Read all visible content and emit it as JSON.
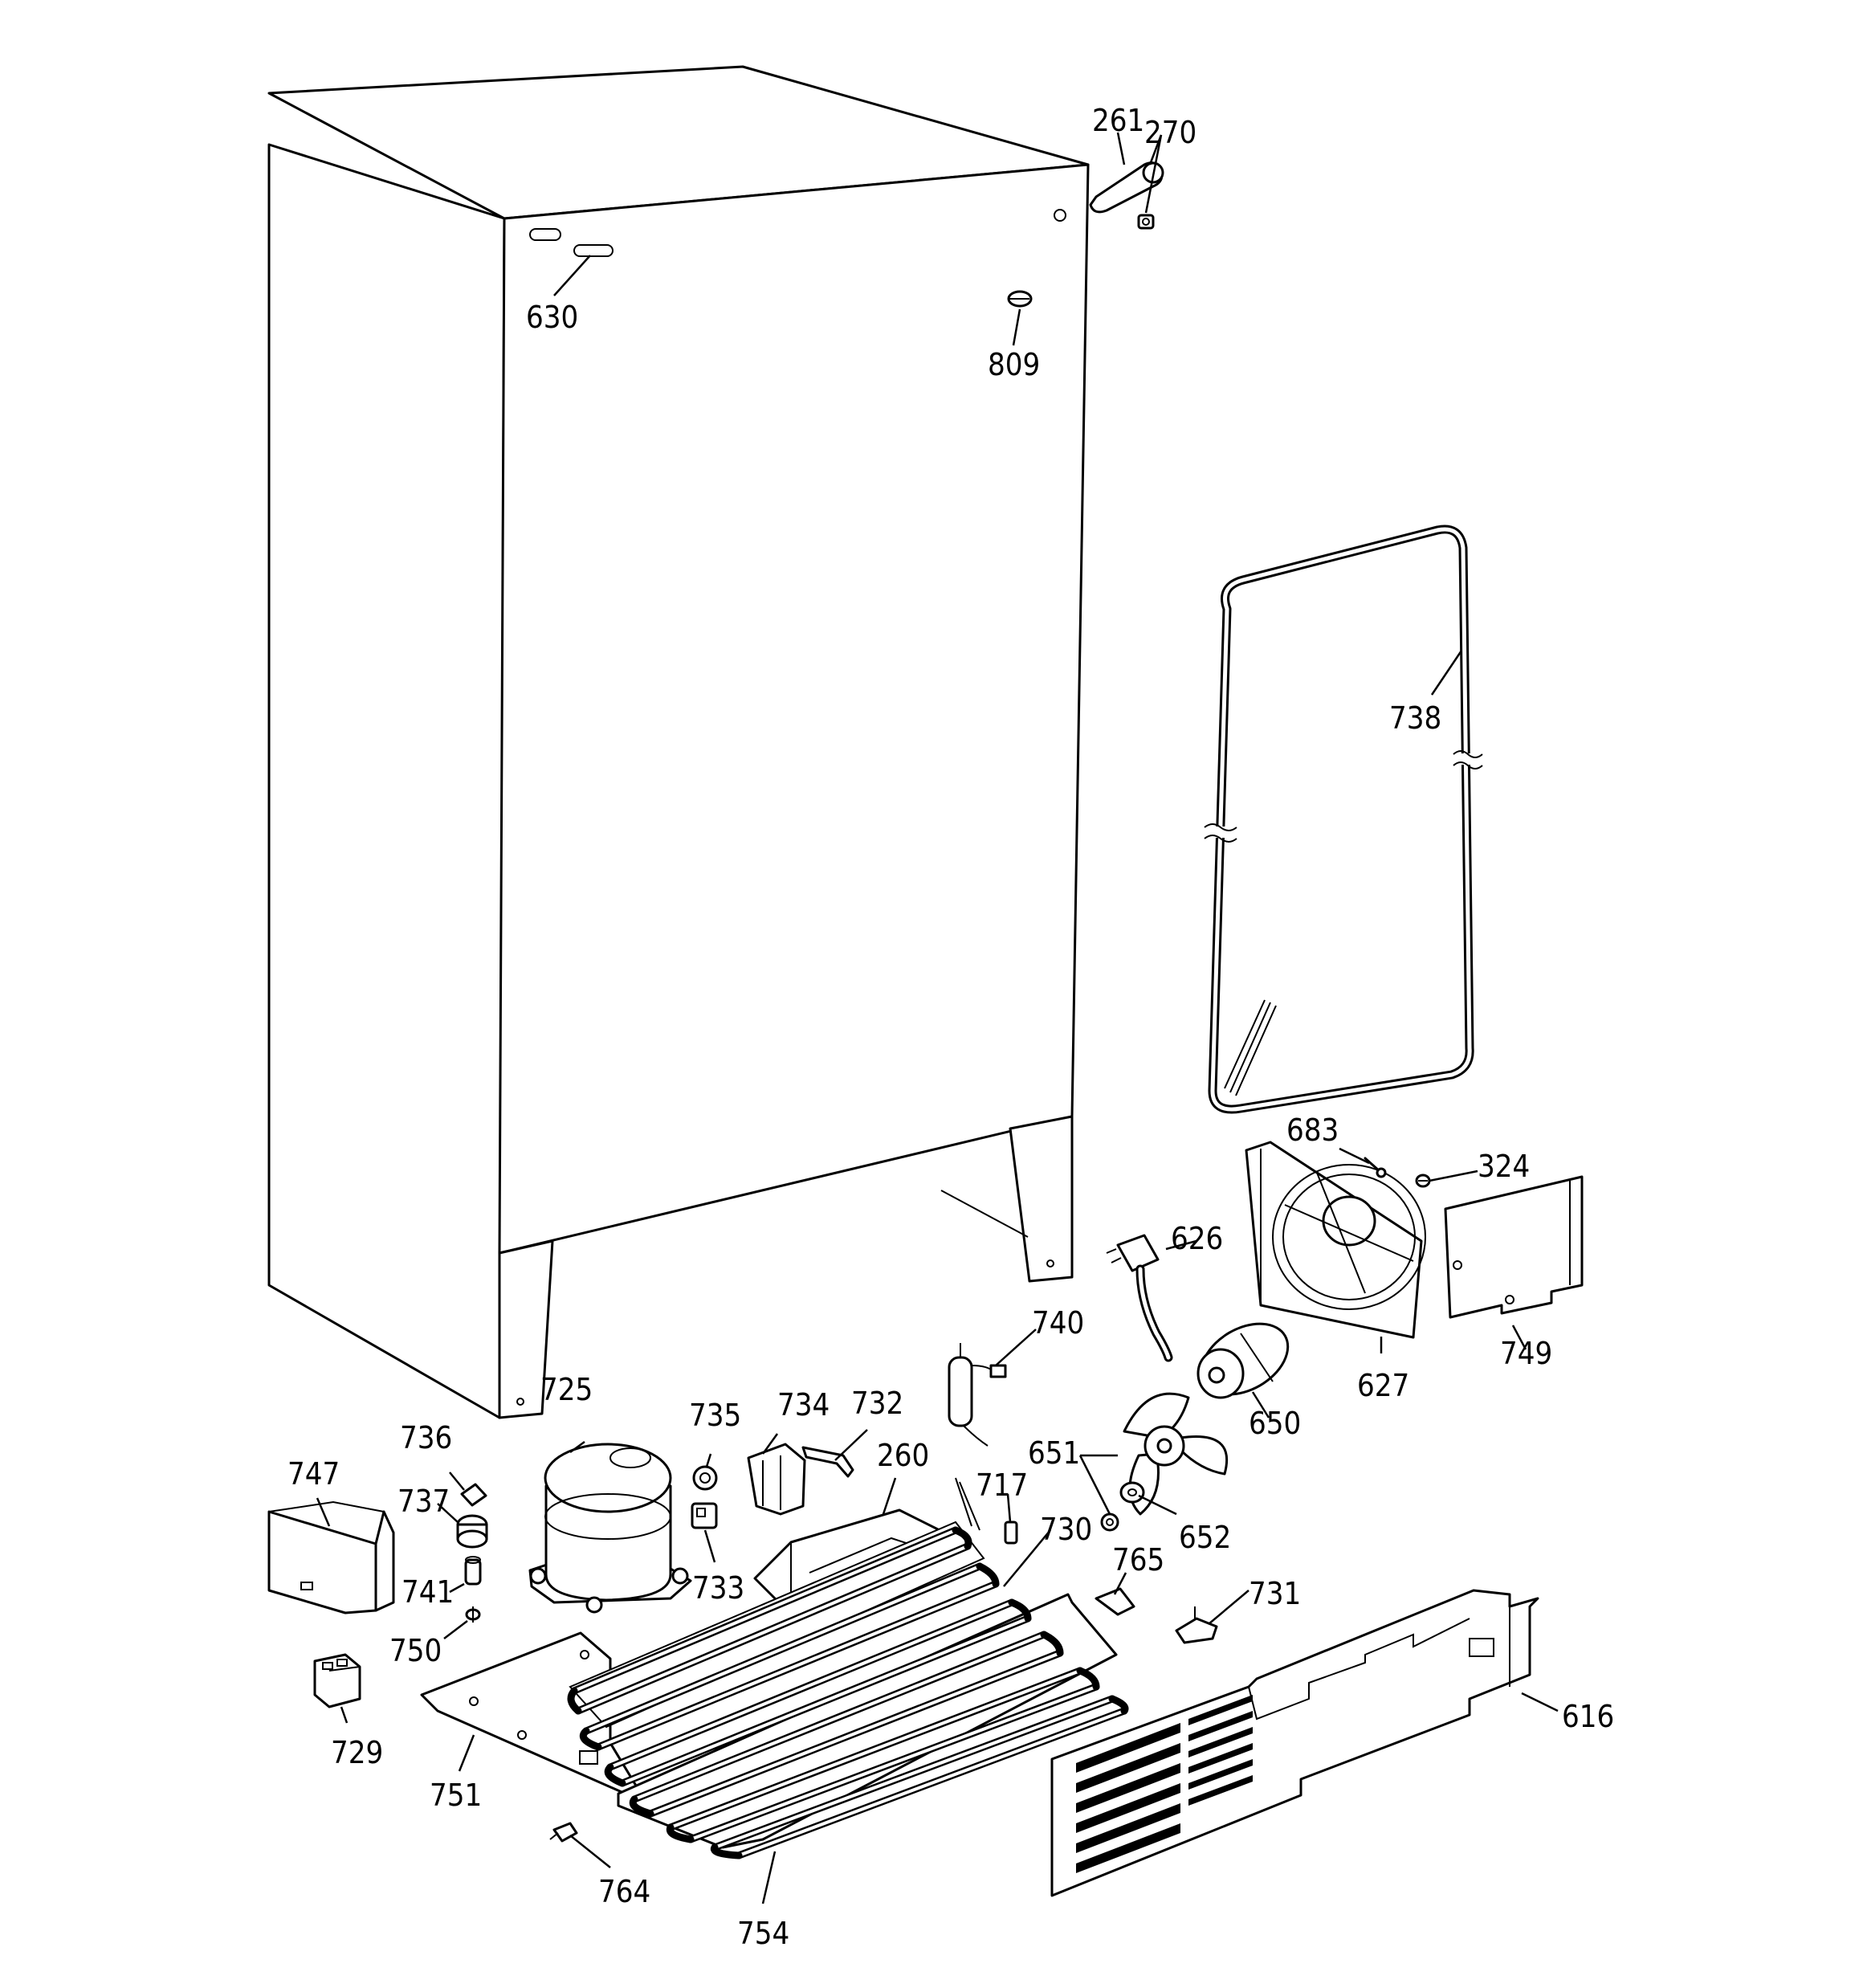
{
  "diagram": {
    "labels": {
      "l261": "261",
      "l270": "270",
      "l630": "630",
      "l809": "809",
      "l738": "738",
      "l683": "683",
      "l324": "324",
      "l626": "626",
      "l749": "749",
      "l627": "627",
      "l740": "740",
      "l650": "650",
      "l725": "725",
      "l735": "735",
      "l734": "734",
      "l732": "732",
      "l260": "260",
      "l736": "736",
      "l747": "747",
      "l737": "737",
      "l651": "651",
      "l717": "717",
      "l730": "730",
      "l652": "652",
      "l741": "741",
      "l733": "733",
      "l765": "765",
      "l731": "731",
      "l750": "750",
      "l616": "616",
      "l729": "729",
      "l751": "751",
      "l764": "764",
      "l754": "754"
    }
  }
}
